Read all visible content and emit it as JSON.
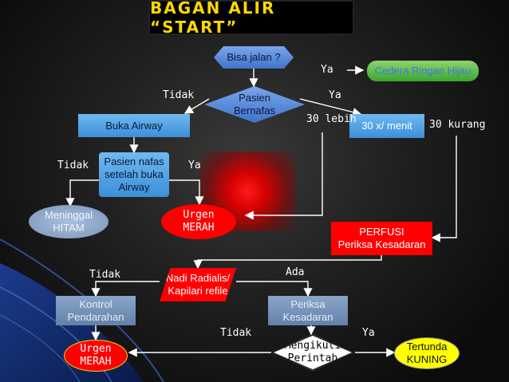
{
  "title": "BAGAN ALIR “START”",
  "nodes": {
    "bisa_jalan": "Bisa jalan ?",
    "cedera": "Cedera Ringan Hijau",
    "pasien_bernafas": "Pasien\nBernafas",
    "buka_airway": "Buka Airway",
    "pasien_nafas": "Pasien nafas\nsetelah buka\nAirway",
    "menit": "30 x/ menit",
    "meninggal": "Meninggal\nHITAM",
    "urgen1": "Urgen\nMERAH",
    "perfusi": "PERFUSI\nPeriksa Kesadaran",
    "nadi": "Nadi Radialis/\nKapilari refile",
    "kontrol": "Kontrol\nPendarahan",
    "periksa": "Periksa\nKesadaran",
    "urgen2": "Urgen\nMERAH",
    "mengikuti": "Mengikuti\nPerintah",
    "tertunda": "Tertunda\nKUNING"
  },
  "labels": {
    "ya_top": "Ya",
    "tidak_pasien": "Tidak",
    "ya_pasien": "Ya",
    "lebih": "30 lebih",
    "kurang": "30 kurang",
    "tidak_nafas": "Tidak",
    "ya_nafas": "Ya",
    "tidak_nadi": "Tidak",
    "ada": "Ada",
    "tidak_mengikuti": "Tidak",
    "ya_mengikuti": "Ya"
  },
  "colors": {
    "background": "#1e1e1e",
    "title_text": "#ffd700",
    "red": "#ff0000",
    "yellow": "#ffff00",
    "blue": "#4b7fd6",
    "green": "#3aa531",
    "gray_blue": "#6381aa"
  }
}
